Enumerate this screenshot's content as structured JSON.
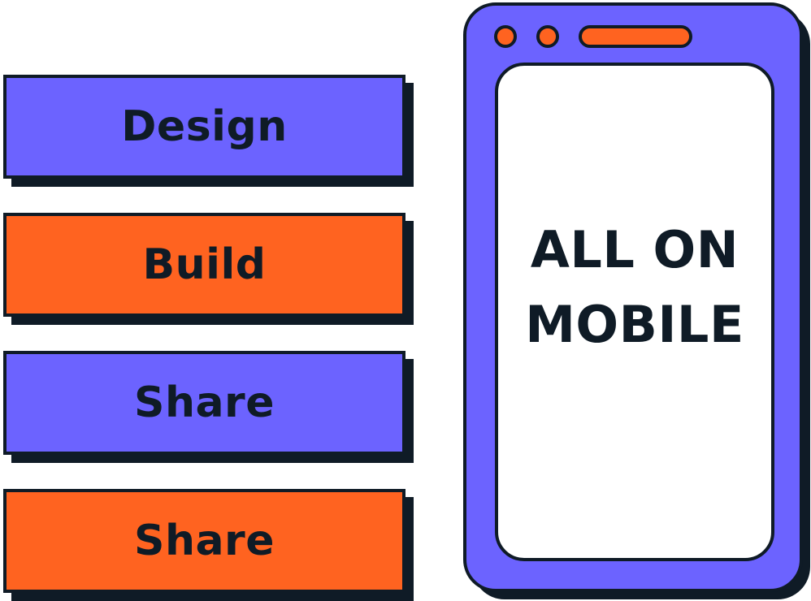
{
  "steps": [
    {
      "label": "Design",
      "color": "#6c63ff"
    },
    {
      "label": "Build",
      "color": "#ff6320"
    },
    {
      "label": "Share",
      "color": "#6c63ff"
    },
    {
      "label": "Share",
      "color": "#ff6320"
    }
  ],
  "phone": {
    "screen_line_1": "ALL ON",
    "screen_line_2": "MOBILE",
    "body_color": "#6c63ff",
    "accent_color": "#ff6320",
    "outline_color": "#0f1b26"
  }
}
